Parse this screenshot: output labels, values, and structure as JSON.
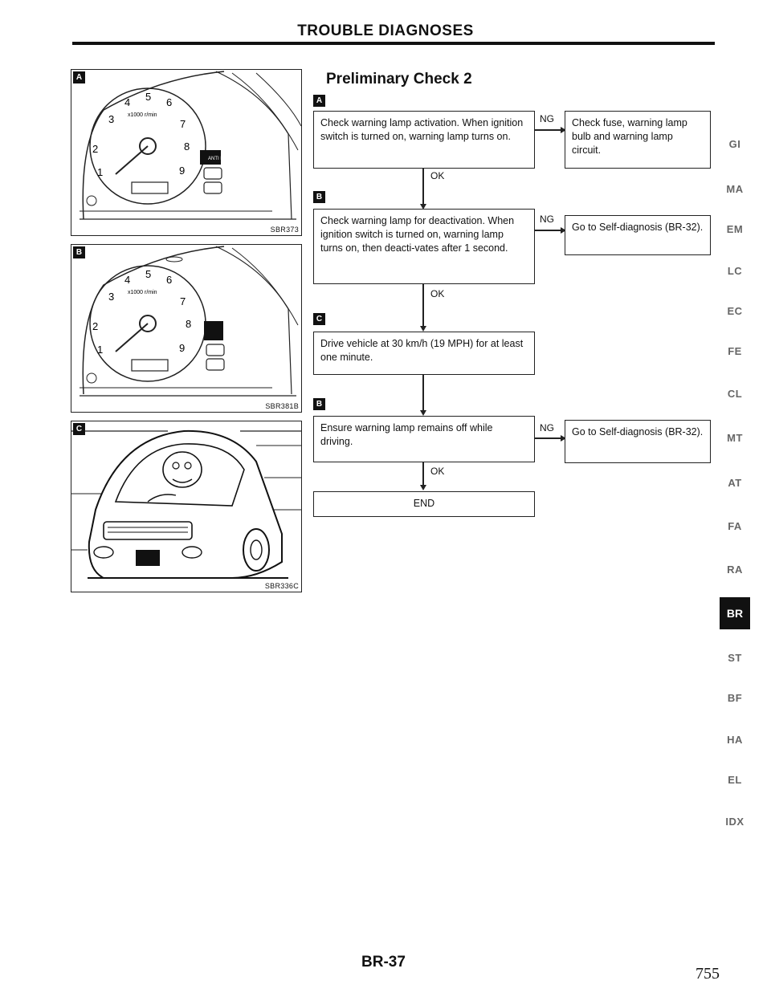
{
  "header": {
    "title": "TROUBLE DIAGNOSES"
  },
  "panels": [
    {
      "badge": "A",
      "code": "SBR373",
      "gauge_scale": "x1000 r/min",
      "ticks": [
        "1",
        "2",
        "3",
        "4",
        "5",
        "6",
        "7",
        "8",
        "9"
      ],
      "lamp_text": "ANTI LOCK"
    },
    {
      "badge": "B",
      "code": "SBR381B",
      "gauge_scale": "x1000 r/min",
      "ticks": [
        "1",
        "2",
        "3",
        "4",
        "5",
        "6",
        "7",
        "8",
        "9"
      ]
    },
    {
      "badge": "C",
      "code": "SBR336C"
    }
  ],
  "section": {
    "title": "Preliminary Check 2"
  },
  "flow": {
    "steps": [
      {
        "badge": "A",
        "text": "Check warning lamp activation. When ignition switch is turned on, warning lamp turns on."
      },
      {
        "badge": "B",
        "text": "Check warning lamp for deactivation. When ignition switch is turned on, warning lamp turns on, then deacti-vates after 1 second."
      },
      {
        "badge": "C",
        "text": "Drive vehicle at 30 km/h (19 MPH) for at least one minute."
      },
      {
        "badge": "B",
        "text": "Ensure warning lamp remains off while driving."
      }
    ],
    "ng_results": [
      "Check fuse, warning lamp bulb and warning lamp circuit.",
      "Go to Self-diagnosis (BR-32).",
      "Go to Self-diagnosis (BR-32)."
    ],
    "ng_label": "NG",
    "ok_label": "OK",
    "end_label": "END"
  },
  "sidebar": {
    "tabs": [
      "GI",
      "MA",
      "EM",
      "LC",
      "EC",
      "FE",
      "CL",
      "MT",
      "AT",
      "FA",
      "RA",
      "BR",
      "ST",
      "BF",
      "HA",
      "EL",
      "IDX"
    ],
    "active": "BR"
  },
  "footer": {
    "page_label": "BR-37",
    "folio": "755"
  }
}
